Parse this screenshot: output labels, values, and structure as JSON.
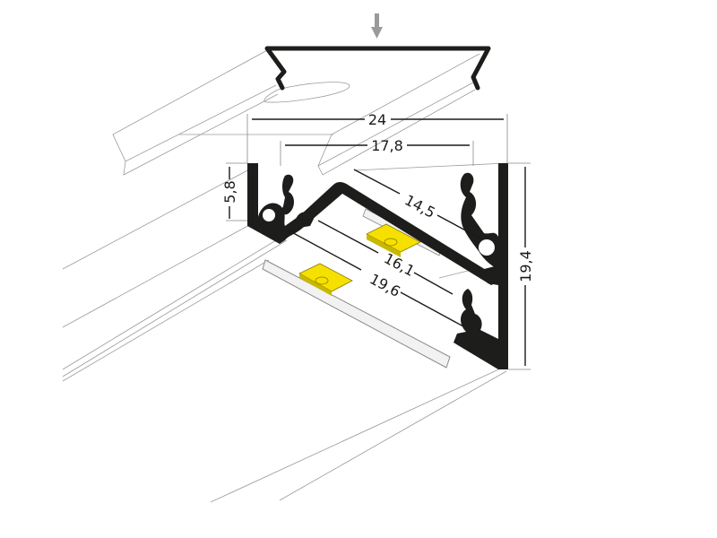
{
  "colors": {
    "profile": "#1d1d1b",
    "led_chip": "#f5e000",
    "outline": "#9a9a9a",
    "arrow": "#9a9a9a"
  },
  "icons": {
    "insert_arrow": "down-arrow-icon"
  },
  "dimensions": {
    "width_total": "24",
    "width_inner": "17,8",
    "diag_top": "14,5",
    "diag_mid": "16,1",
    "diag_bottom": "19,6",
    "height_left": "5,8",
    "height_right": "19,4"
  }
}
